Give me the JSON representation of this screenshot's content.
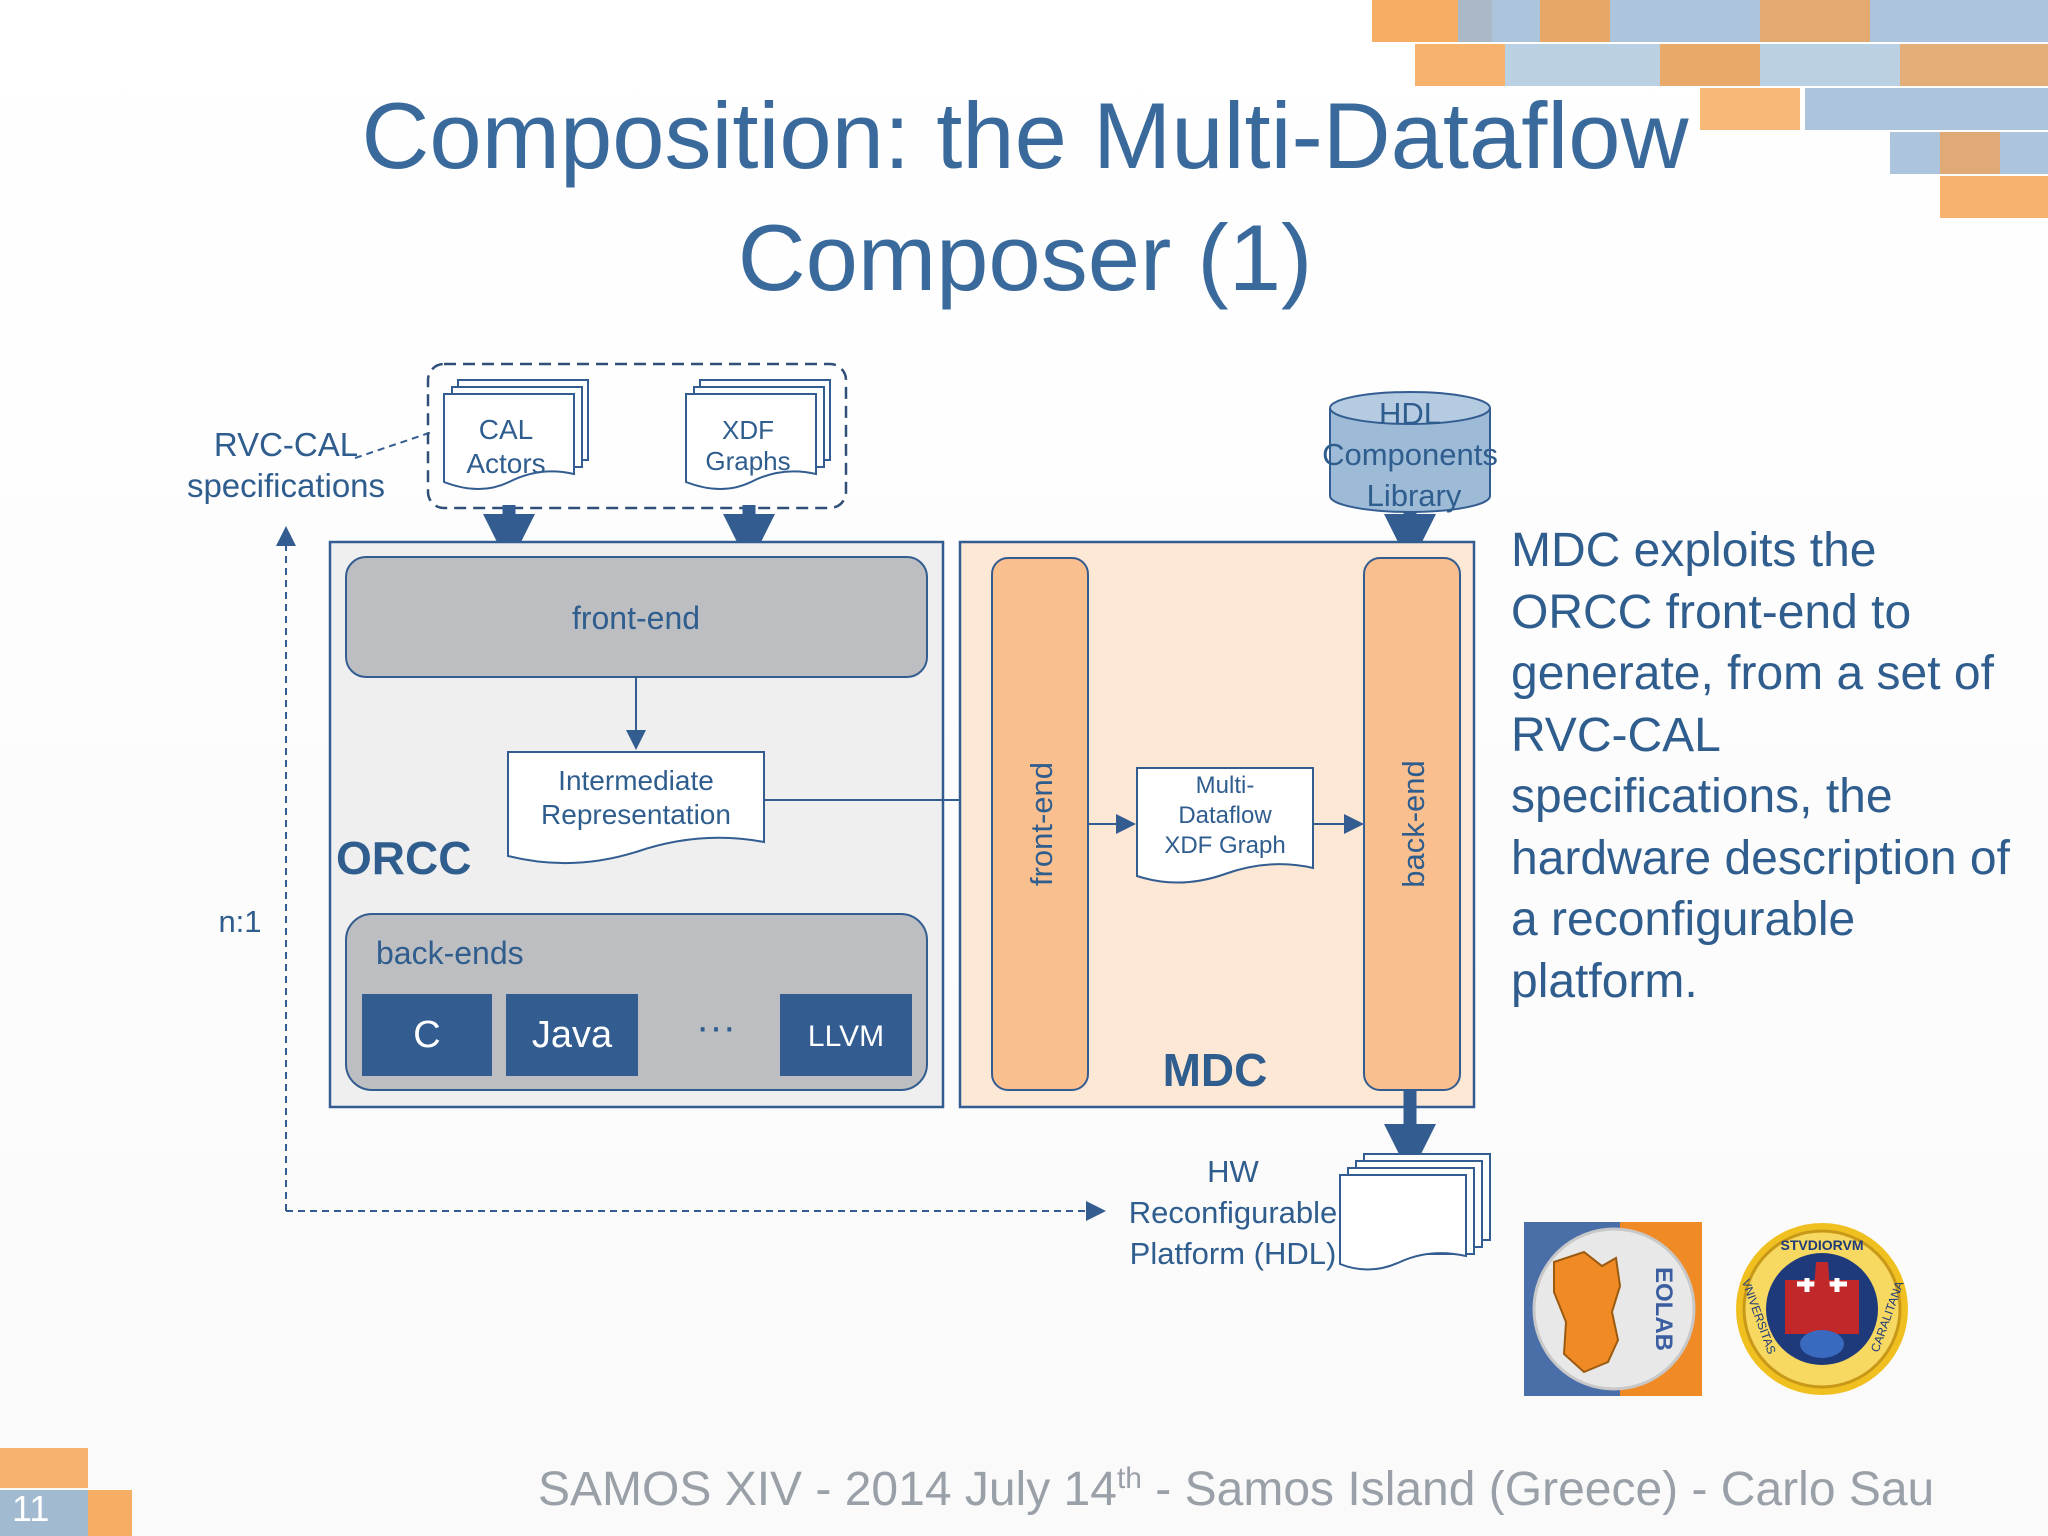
{
  "slide": {
    "title_line1": "Composition: the Multi-Dataflow",
    "title_line2": "Composer (1)",
    "body_text": "MDC exploits the ORCC front-end to generate, from a set of RVC-CAL specifications, the hardware description of a reconfigurable platform.",
    "footer_pre": "SAMOS XIV - 2014 July 14",
    "footer_sup": "th",
    "footer_post": " - Samos Island (Greece) - Carlo Sau",
    "page_number": "11"
  },
  "diagram": {
    "rvc_cal_label_1": "RVC-CAL",
    "rvc_cal_label_2": "specifications",
    "cal_actors_1": "CAL",
    "cal_actors_2": "Actors",
    "xdf_graphs_1": "XDF",
    "xdf_graphs_2": "Graphs",
    "hdl_lib_1": "HDL",
    "hdl_lib_2": "Components",
    "hdl_lib_3": "Library",
    "orcc_frontend": "front-end",
    "ir_1": "Intermediate",
    "ir_2": "Representation",
    "orcc_label": "ORCC",
    "backends_label": "back-ends",
    "backend_c": "C",
    "backend_java": "Java",
    "backend_dots": "···",
    "backend_llvm": "LLVM",
    "n1_label": "n:1",
    "mdc_frontend": "front-end",
    "mdc_backend": "back-end",
    "mdf_1": "Multi-",
    "mdf_2": "Dataflow",
    "mdf_3": "XDF Graph",
    "mdc_label": "MDC",
    "hw_1": "HW",
    "hw_2": "Reconfigurable",
    "hw_3": "Platform (HDL)"
  },
  "logos": {
    "eolab_text": "EOLAB",
    "seal_text_top": "STVDIORVM",
    "seal_text_left": "VNIVERSITAS",
    "seal_text_right": "CARALITANA"
  },
  "colors": {
    "title_blue": "#3a6a9c",
    "dark_blue": "#335d91",
    "orange_fill": "#f9bf8e",
    "orange_light": "#fde8d6",
    "grey_box": "#bdbec1",
    "accent_orange": "#f5a04a",
    "accent_blue": "#9dbad6"
  }
}
